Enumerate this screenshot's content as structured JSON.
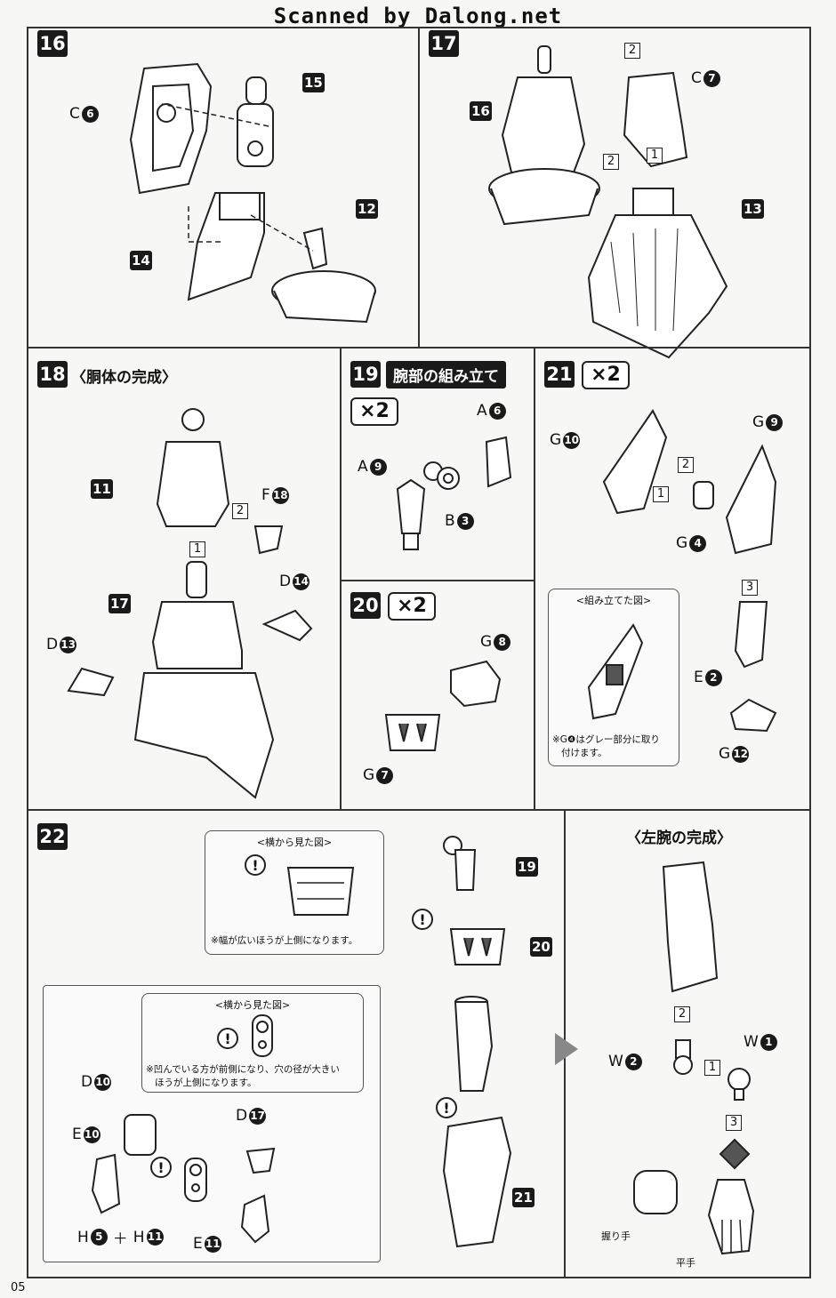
{
  "header": "Scanned by Dalong.net",
  "page_number": "05",
  "step16": {
    "num": "16",
    "labels": {
      "c6_letter": "C",
      "c6_num": "6",
      "p15": "15",
      "p12": "12",
      "p14": "14"
    }
  },
  "step17": {
    "num": "17",
    "labels": {
      "p16": "16",
      "c7_letter": "C",
      "c7_num": "7",
      "p13": "13",
      "s1": "1",
      "s2a": "2",
      "s2b": "2"
    }
  },
  "step18": {
    "num": "18",
    "title": "〈胴体の完成〉",
    "labels": {
      "p11": "11",
      "f18_letter": "F",
      "f18_num": "18",
      "p17": "17",
      "d14_letter": "D",
      "d14_num": "14",
      "d13_letter": "D",
      "d13_num": "13",
      "s1": "1",
      "s2": "2"
    }
  },
  "step19": {
    "num": "19",
    "title": "腕部の組み立て",
    "multiplier": "×2",
    "labels": {
      "a6_letter": "A",
      "a6_num": "6",
      "a9_letter": "A",
      "a9_num": "9",
      "b3_letter": "B",
      "b3_num": "3"
    }
  },
  "step20": {
    "num": "20",
    "multiplier": "×2",
    "labels": {
      "g8_letter": "G",
      "g8_num": "8",
      "g7_letter": "G",
      "g7_num": "7"
    }
  },
  "step21": {
    "num": "21",
    "multiplier": "×2",
    "labels": {
      "g10_letter": "G",
      "g10_num": "10",
      "g9_letter": "G",
      "g9_num": "9",
      "g4_letter": "G",
      "g4_num": "4",
      "e2_letter": "E",
      "e2_num": "2",
      "g12_letter": "G",
      "g12_num": "12",
      "s1": "1",
      "s2": "2",
      "s3": "3"
    },
    "note": {
      "title": "<組み立てた図>",
      "text_line1": "※G❹はグレー部分に取り",
      "text_line2": "付けます。"
    }
  },
  "step22": {
    "num": "22",
    "note_top": {
      "title": "<横から見た図>",
      "text": "※幅が広いほうが上側になります。",
      "warn": "!"
    },
    "note_left": {
      "title": "<横から見た図>",
      "text_line1": "※凹んでいる方が前側になり、穴の径が大きい",
      "text_line2": "ほうが上側になります。",
      "warn": "!"
    },
    "labels": {
      "p19": "19",
      "p20": "20",
      "p21": "21",
      "d10_letter": "D",
      "d10_num": "10",
      "e10_letter": "E",
      "e10_num": "10",
      "d17_letter": "D",
      "d17_num": "17",
      "e11_letter": "E",
      "e11_num": "11",
      "h5_letter": "H",
      "h5_num": "5",
      "plus": "＋",
      "h11_letter": "H",
      "h11_num": "11",
      "warn1": "!",
      "warn2": "!",
      "warn3": "!"
    }
  },
  "left_arm": {
    "title": "〈左腕の完成〉",
    "labels": {
      "w2_letter": "W",
      "w2_num": "2",
      "w1_letter": "W",
      "w1_num": "1",
      "s1": "1",
      "s2": "2",
      "s3": "3",
      "grip_hand": "握り手",
      "flat_hand": "平手"
    }
  }
}
